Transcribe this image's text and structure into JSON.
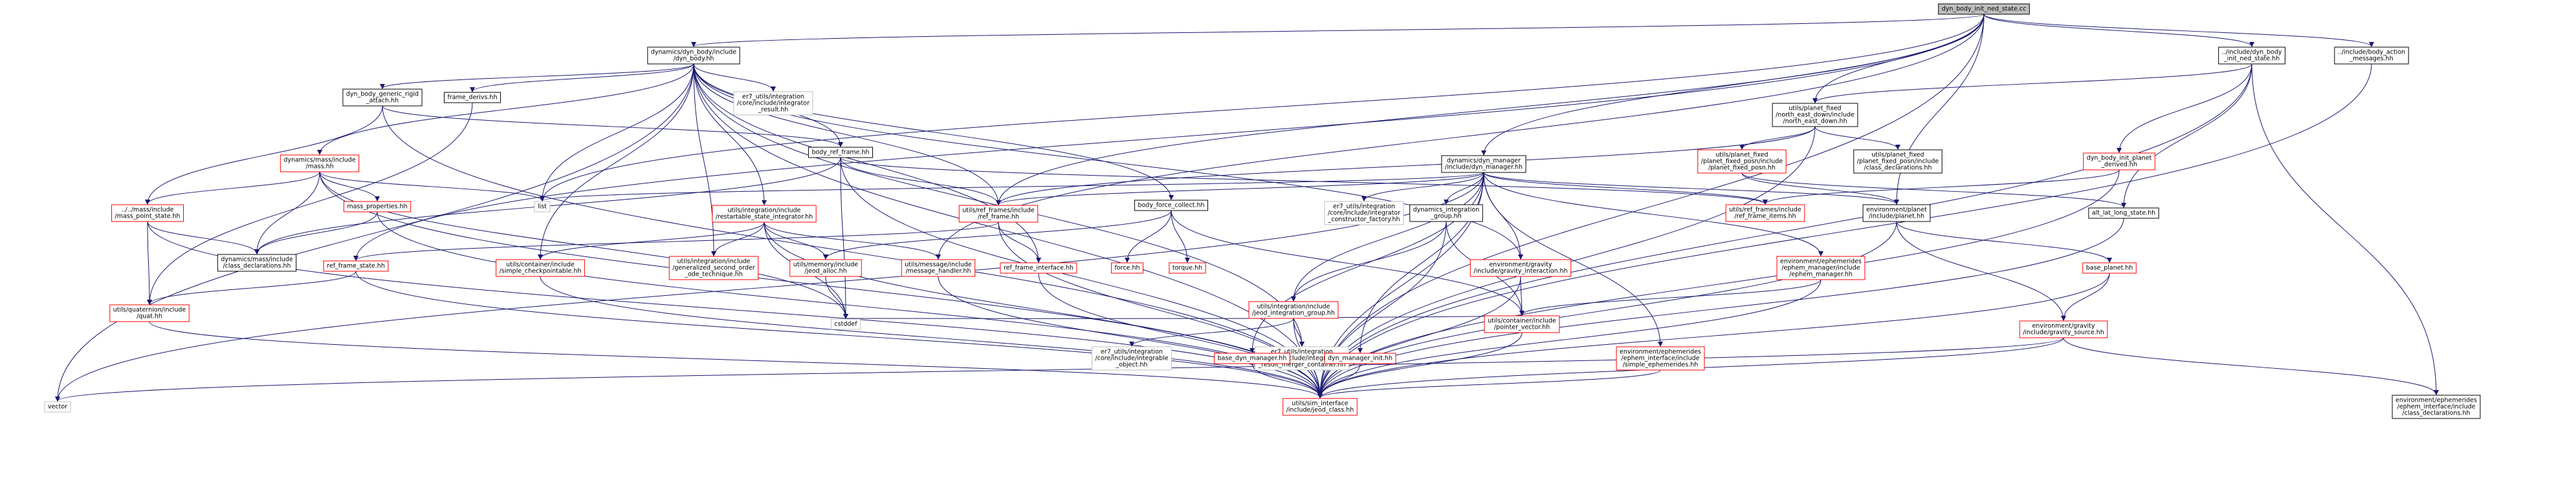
{
  "title": "dyn_body_init_ned_state.cc",
  "colors": {
    "black": "#000000",
    "red": "#ff0000",
    "gray": "#bfbfbf",
    "root_fill": "#bfbfbf",
    "edge": "#191970"
  },
  "nodes": [
    {
      "id": "root",
      "lines": [
        "dyn_body_init_ned_state.cc"
      ],
      "border": "root"
    },
    {
      "id": "dyn_body",
      "lines": [
        "dynamics/dyn_body/include",
        "/dyn_body.hh"
      ],
      "border": "black"
    },
    {
      "id": "init_ned",
      "lines": [
        "../include/dyn_body",
        "_init_ned_state.hh"
      ],
      "border": "black"
    },
    {
      "id": "body_action_msg",
      "lines": [
        "../include/body_action",
        "_messages.hh"
      ],
      "border": "black"
    },
    {
      "id": "dyn_manager",
      "lines": [
        "dynamics/dyn_manager",
        "/include/dyn_manager.hh"
      ],
      "border": "black"
    },
    {
      "id": "ned_hh",
      "lines": [
        "utils/planet_fixed",
        "/north_east_down/include",
        "/north_east_down.hh"
      ],
      "border": "black"
    },
    {
      "id": "generic_rigid",
      "lines": [
        "dyn_body_generic_rigid",
        "_attach.hh"
      ],
      "border": "black"
    },
    {
      "id": "frame_derivs",
      "lines": [
        "frame_derivs.hh"
      ],
      "border": "black"
    },
    {
      "id": "er7_integ_result",
      "lines": [
        "er7_utils/integration",
        "/core/include/integrator",
        "_result.hh"
      ],
      "border": "gray"
    },
    {
      "id": "mass_hh",
      "lines": [
        "dynamics/mass/include",
        "/mass.hh"
      ],
      "border": "red"
    },
    {
      "id": "body_ref_frame",
      "lines": [
        "body_ref_frame.hh"
      ],
      "border": "black"
    },
    {
      "id": "mass_point_state",
      "lines": [
        "../../mass/include",
        "/mass_point_state.hh"
      ],
      "border": "red"
    },
    {
      "id": "mass_props",
      "lines": [
        "mass_properties.hh"
      ],
      "border": "red"
    },
    {
      "id": "list",
      "lines": [
        "list"
      ],
      "border": "gray"
    },
    {
      "id": "mass_class_decl",
      "lines": [
        "dynamics/mass/include",
        "/class_declarations.hh"
      ],
      "border": "black"
    },
    {
      "id": "restartable",
      "lines": [
        "utils/integration/include",
        "/restartable_state_integrator.hh"
      ],
      "border": "red"
    },
    {
      "id": "ref_frames_rf",
      "lines": [
        "utils/ref_frames/include",
        "/ref_frame.hh"
      ],
      "border": "red"
    },
    {
      "id": "body_force",
      "lines": [
        "body_force_collect.hh"
      ],
      "border": "black"
    },
    {
      "id": "er7_ctor_factory",
      "lines": [
        "er7_utils/integration",
        "/core/include/integrator",
        "_constructor_factory.hh"
      ],
      "border": "gray"
    },
    {
      "id": "dyn_integ_group",
      "lines": [
        "dynamics_integration",
        "_group.hh"
      ],
      "border": "black"
    },
    {
      "id": "ref_frame_items",
      "lines": [
        "utils/ref_frames/include",
        "/ref_frame_items.hh"
      ],
      "border": "red"
    },
    {
      "id": "env_planet",
      "lines": [
        "environment/planet",
        "/include/planet.hh"
      ],
      "border": "black"
    },
    {
      "id": "pfp_hh",
      "lines": [
        "utils/planet_fixed",
        "/planet_fixed_posn/include",
        "/planet_fixed_posn.hh"
      ],
      "border": "red"
    },
    {
      "id": "pf_class_decl",
      "lines": [
        "utils/planet_fixed",
        "/planet_fixed_posn/include",
        "/class_declarations.hh"
      ],
      "border": "black"
    },
    {
      "id": "planet_derived",
      "lines": [
        "dyn_body_init_planet",
        "_derived.hh"
      ],
      "border": "red"
    },
    {
      "id": "alt_lat_long",
      "lines": [
        "alt_lat_long_state.hh"
      ],
      "border": "black"
    },
    {
      "id": "ref_frame_state",
      "lines": [
        "ref_frame_state.hh"
      ],
      "border": "red"
    },
    {
      "id": "quat",
      "lines": [
        "utils/quaternion/include",
        "/quat.hh"
      ],
      "border": "red"
    },
    {
      "id": "simple_ckpt",
      "lines": [
        "utils/container/include",
        "/simple_checkpointable.hh"
      ],
      "border": "red"
    },
    {
      "id": "gen_second_order",
      "lines": [
        "utils/integration/include",
        "/generalized_second_order",
        "_ode_technique.hh"
      ],
      "border": "red"
    },
    {
      "id": "jeod_alloc",
      "lines": [
        "utils/memory/include",
        "/jeod_alloc.hh"
      ],
      "border": "red"
    },
    {
      "id": "message_handler",
      "lines": [
        "utils/message/include",
        "/message_handler.hh"
      ],
      "border": "red"
    },
    {
      "id": "ref_frame_iface",
      "lines": [
        "ref_frame_interface.hh"
      ],
      "border": "red"
    },
    {
      "id": "force",
      "lines": [
        "force.hh"
      ],
      "border": "red"
    },
    {
      "id": "torque",
      "lines": [
        "torque.hh"
      ],
      "border": "red"
    },
    {
      "id": "jeod_integ_group",
      "lines": [
        "utils/integration/include",
        "/jeod_integration_group.hh"
      ],
      "border": "red"
    },
    {
      "id": "gravity_interaction",
      "lines": [
        "environment/gravity",
        "/include/gravity_interaction.hh"
      ],
      "border": "red"
    },
    {
      "id": "ephem_manager",
      "lines": [
        "environment/ephemerides",
        "/ephem_manager/include",
        "/ephem_manager.hh"
      ],
      "border": "red"
    },
    {
      "id": "base_planet",
      "lines": [
        "base_planet.hh"
      ],
      "border": "red"
    },
    {
      "id": "cstddef",
      "lines": [
        "cstddef"
      ],
      "border": "gray"
    },
    {
      "id": "er7_integrable",
      "lines": [
        "er7_utils/integration",
        "/core/include/integrable",
        "_object.hh"
      ],
      "border": "gray"
    },
    {
      "id": "er7_merger",
      "lines": [
        "er7_utils/integration",
        "/core/include/integrator",
        "_result_merger_container.hh"
      ],
      "border": "gray"
    },
    {
      "id": "base_dyn_mgr",
      "lines": [
        "base_dyn_manager.hh"
      ],
      "border": "red"
    },
    {
      "id": "dyn_mgr_init",
      "lines": [
        "dyn_manager_init.hh"
      ],
      "border": "red"
    },
    {
      "id": "pointer_vector",
      "lines": [
        "utils/container/include",
        "/pointer_vector.hh"
      ],
      "border": "red"
    },
    {
      "id": "simple_ephem",
      "lines": [
        "environment/ephemerides",
        "/ephem_interface/include",
        "/simple_ephemerides.hh"
      ],
      "border": "red"
    },
    {
      "id": "gravity_source",
      "lines": [
        "environment/gravity",
        "/include/gravity_source.hh"
      ],
      "border": "red"
    },
    {
      "id": "vector",
      "lines": [
        "vector"
      ],
      "border": "gray"
    },
    {
      "id": "jeod_class",
      "lines": [
        "utils/sim_interface",
        "/include/jeod_class.hh"
      ],
      "border": "red"
    },
    {
      "id": "ephem_class_decl",
      "lines": [
        "environment/ephemerides",
        "/ephem_interface/include",
        "/class_declarations.hh"
      ],
      "border": "black"
    }
  ]
}
